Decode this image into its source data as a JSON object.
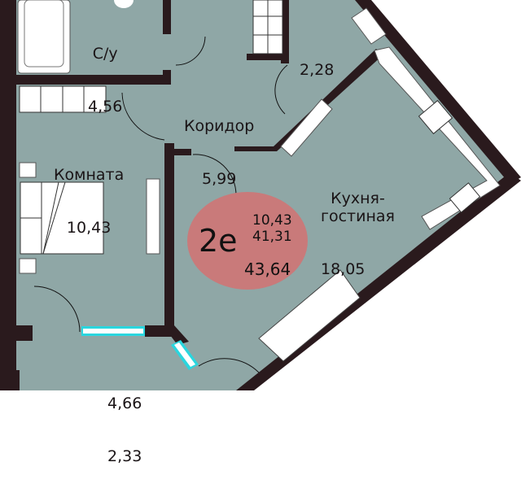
{
  "plan": {
    "apartment_type": "2е",
    "areas": {
      "living": "10,43",
      "total": "41,31",
      "total_with_balcony": "43,64"
    },
    "rooms": [
      {
        "name": "С/у",
        "area": "4,56"
      },
      {
        "name": "",
        "area": "2,28"
      },
      {
        "name": "Коридор",
        "area": "5,99"
      },
      {
        "name": "Комната",
        "area": "10,43"
      },
      {
        "name": "Кухня-\nгостиная",
        "area": "18,05"
      },
      {
        "name": "",
        "area": "4,66",
        "area2": "2,33"
      }
    ],
    "colors": {
      "floor": "#8fa7a6",
      "wall": "#2a1a1d",
      "badge": "#c97a7a",
      "window": "#2ad6de",
      "furniture": "#ffffff"
    }
  }
}
